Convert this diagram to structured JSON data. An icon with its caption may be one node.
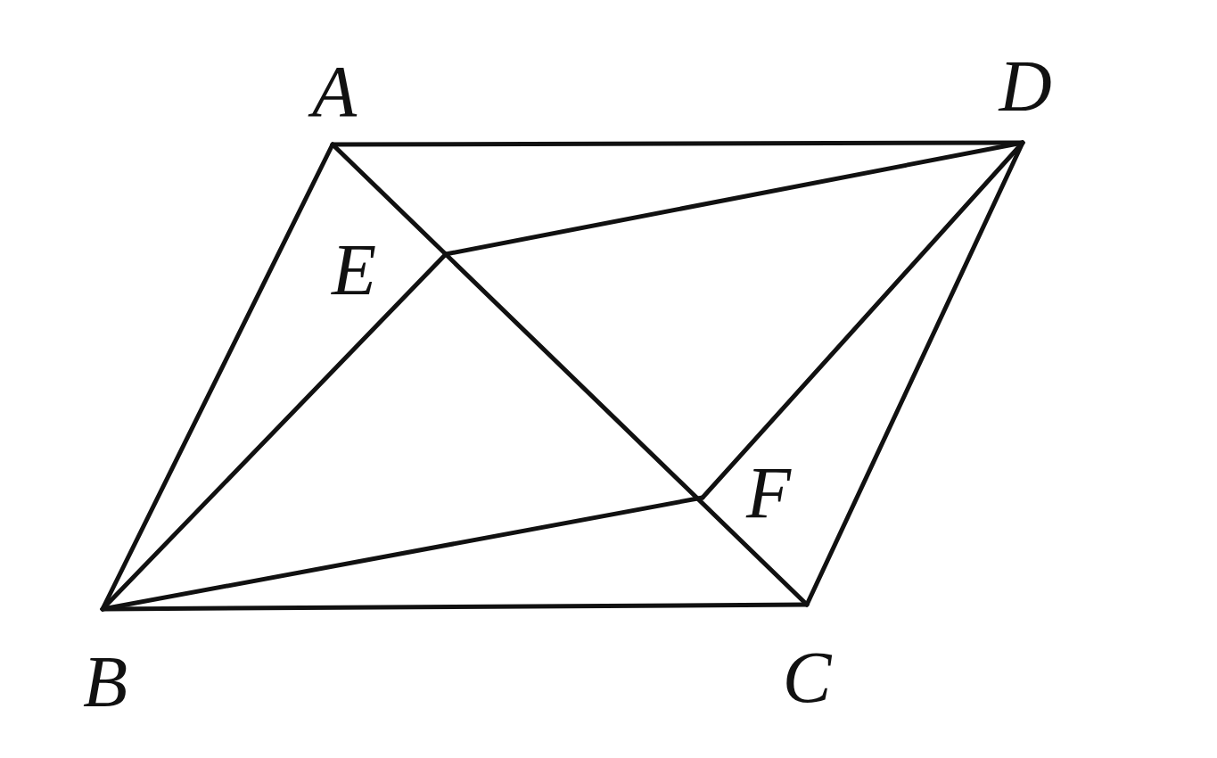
{
  "diagram": {
    "labels": [
      "A",
      "D",
      "E",
      "F",
      "B",
      "C"
    ]
  }
}
